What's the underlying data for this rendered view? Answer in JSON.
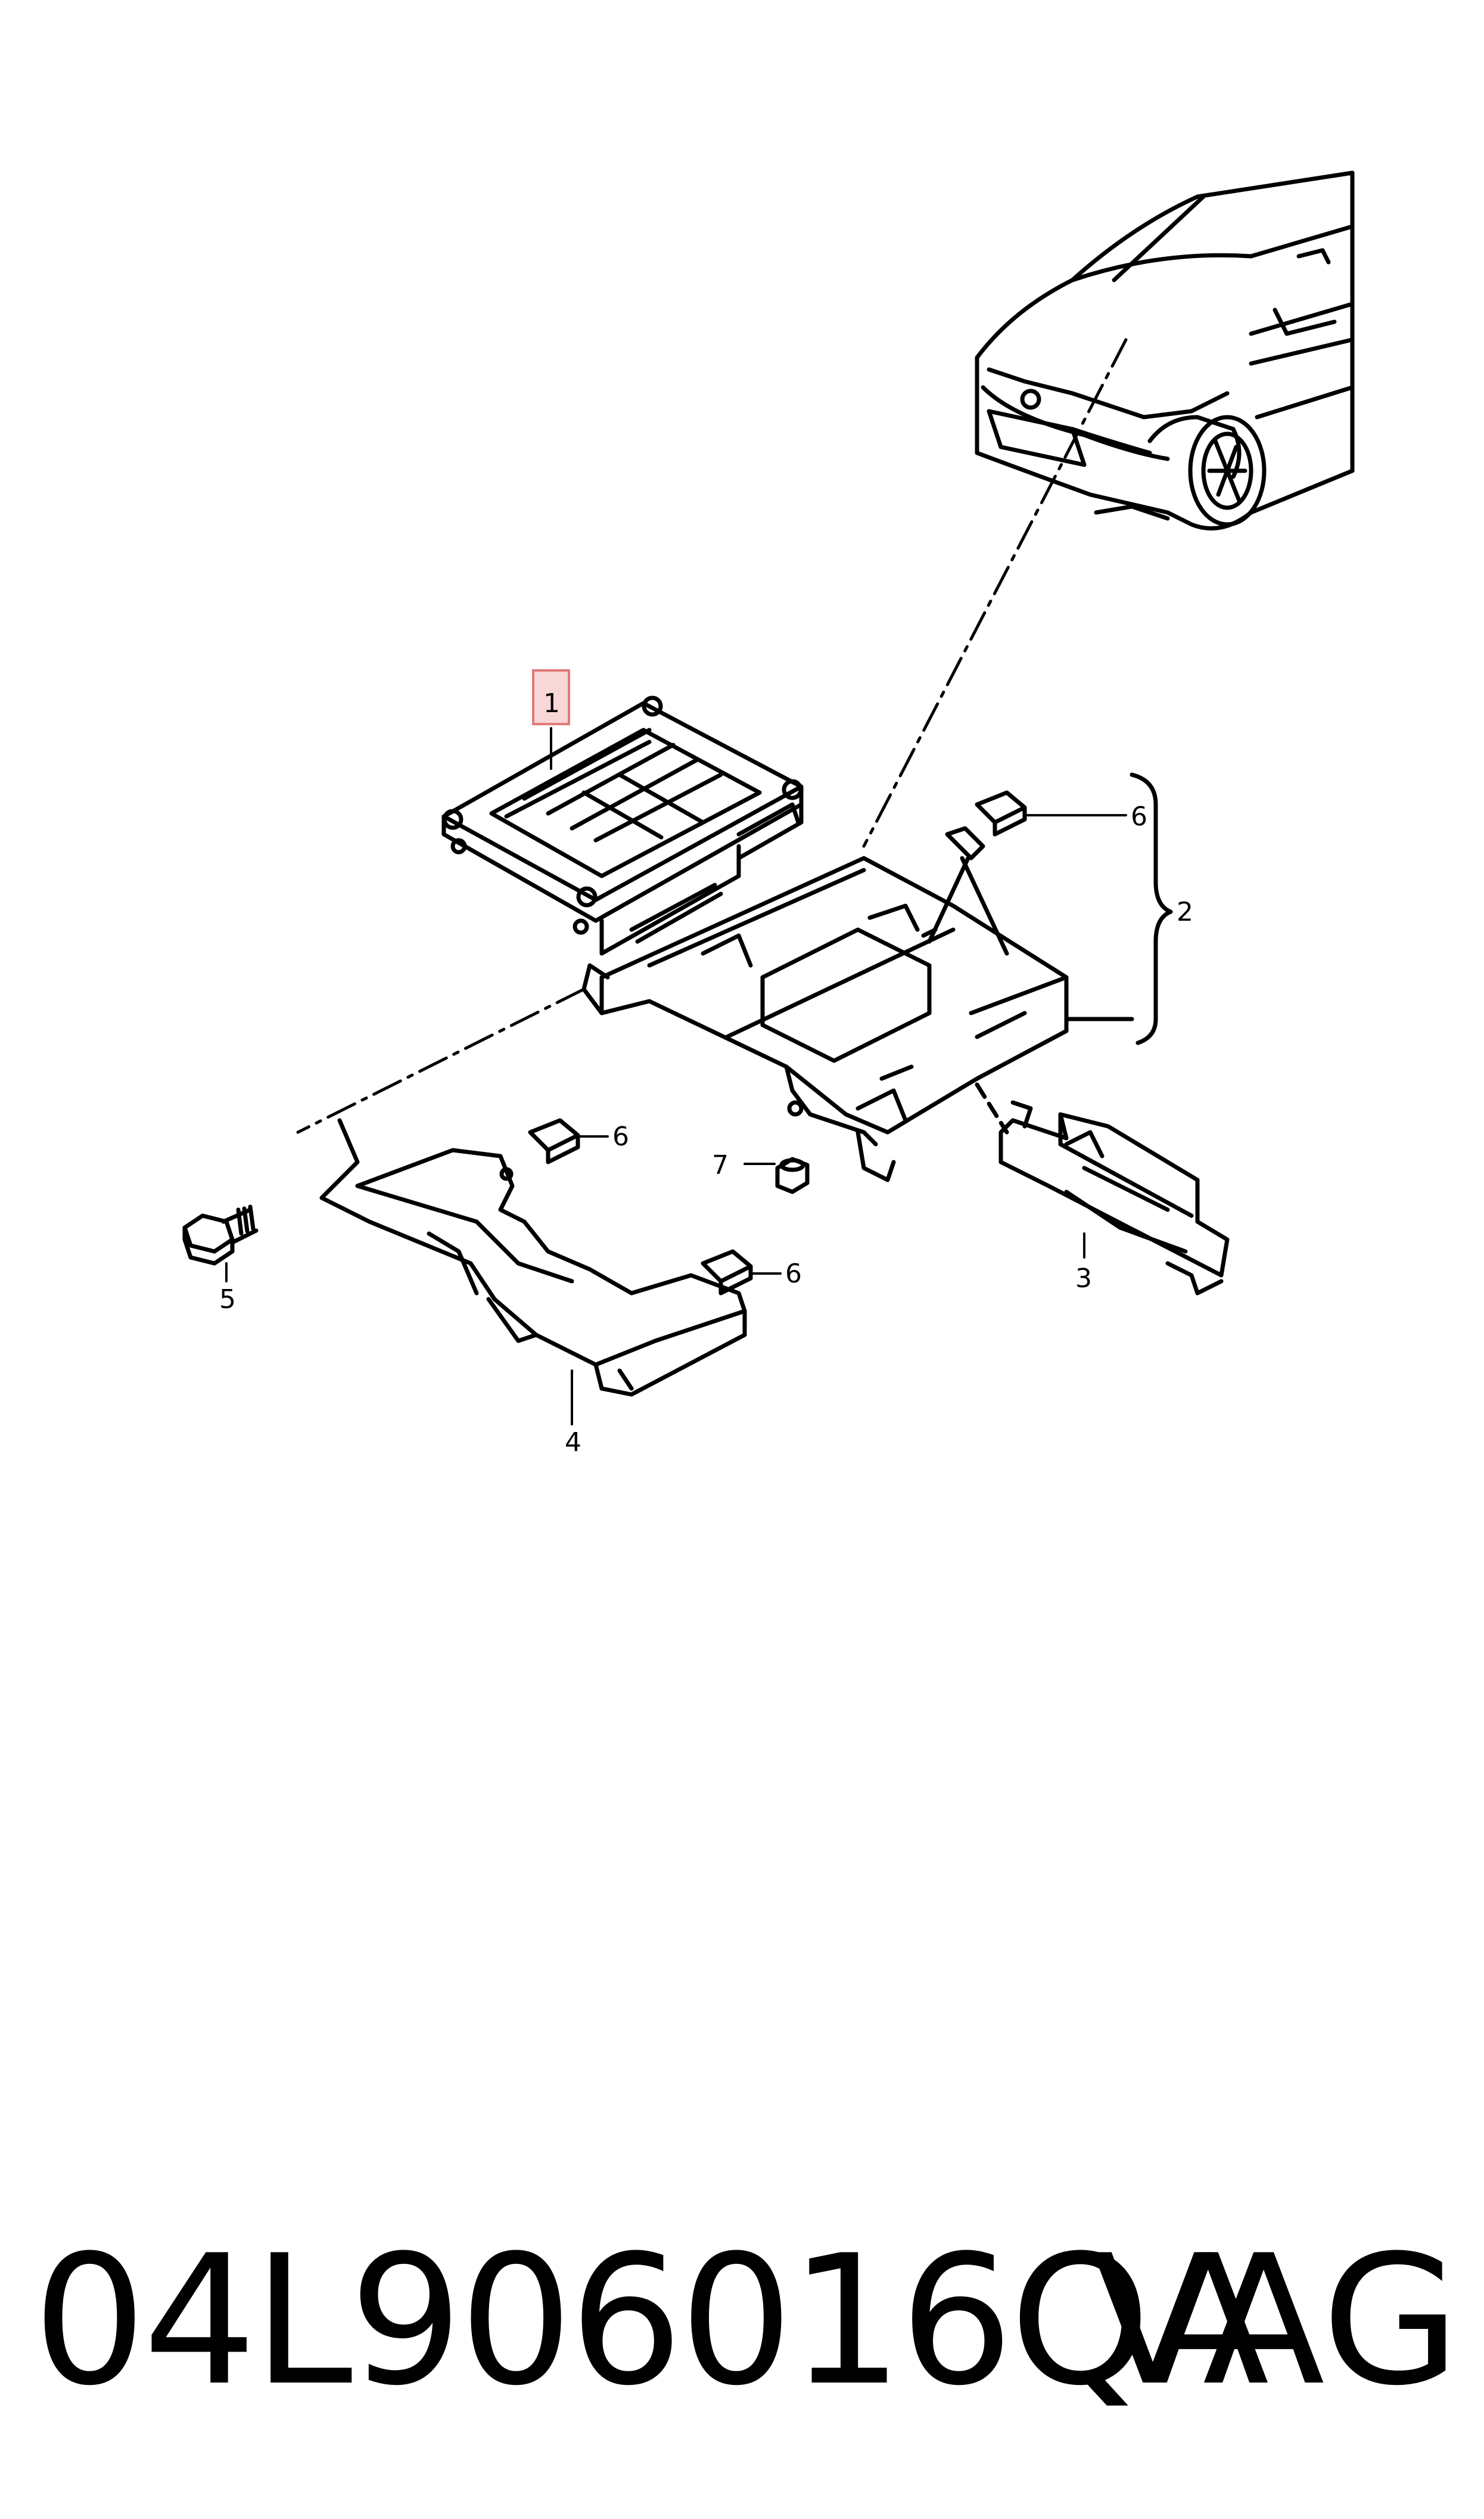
{
  "diagram": {
    "callouts": {
      "c1": "1",
      "c2": "2",
      "c3": "3",
      "c4": "4",
      "c5": "5",
      "c6a": "6",
      "c6b": "6",
      "c6c": "6",
      "c7": "7"
    },
    "highlight_color": "#f3b6b6"
  },
  "footer": {
    "part_number": "04L906016QA",
    "brand": "VAG"
  }
}
